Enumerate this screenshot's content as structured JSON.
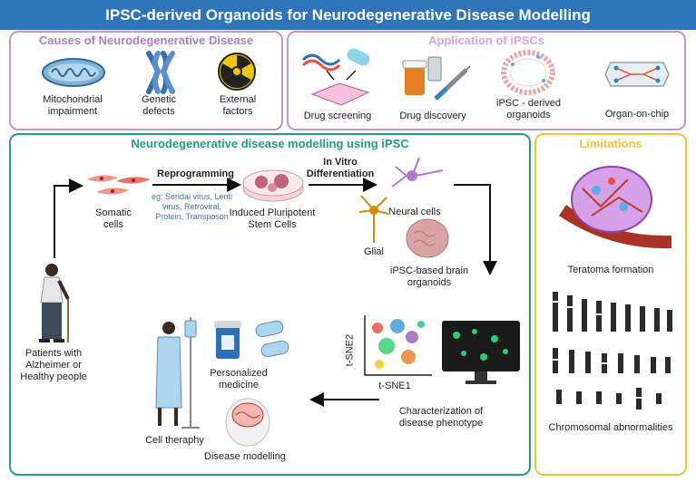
{
  "title": "IPSC-derived Organoids for Neurodegenerative Disease Modelling",
  "causes": {
    "header": "Causes of Neurodegenerative Disease",
    "items": [
      {
        "label": "Mitochondrial impairment",
        "icon": "mitochondria-icon"
      },
      {
        "label": "Genetic defects",
        "icon": "chromosome-icon"
      },
      {
        "label": "External factors",
        "icon": "radiation-icon"
      }
    ]
  },
  "applications": {
    "header": "Application of iPSCs",
    "items": [
      {
        "label": "Drug screening",
        "icon": "drug-screening-icon"
      },
      {
        "label": "Drug discovery",
        "icon": "pill-bottle-syringe-icon"
      },
      {
        "label": "iPSC - derived organoids",
        "icon": "organoid-icon"
      },
      {
        "label": "Organ-on-chip",
        "icon": "chip-icon"
      }
    ]
  },
  "modelling": {
    "header": "Neurodegenerative disease modelling using iPSC",
    "patients": "Patients with Alzheimer or Healthy people",
    "somatic": "Somatic cells",
    "reprogramming": "Reprogramming",
    "reprogramming_examples": "eg: Sendai virus, Lenti virus, Retroviral, Protein, Transposon",
    "ipsc": "Induced Pluripotent Stem Cells",
    "differentiation": "In Vitro Differentiation",
    "neural": "Neural cells",
    "glial": "Glial",
    "organoids": "iPSC-based brain organoids",
    "tsne_y": "t-SNE2",
    "tsne_x": "t-SNE1",
    "characterization": "Characterization of disease phenotype",
    "personalized": "Personalized medicine",
    "cell_therapy": "Cell theraphy",
    "disease_modelling": "Disease modelling"
  },
  "limitations": {
    "header": "Limitations",
    "teratoma": "Teratoma formation",
    "chromosomal": "Chromosomal abnormalities"
  },
  "colors": {
    "title_bar": "#2f73b9",
    "causes_header": "#a77fc4",
    "apps_header": "#d8a3e0",
    "model_header": "#1f9a8b",
    "lim_header": "#f0c53a"
  }
}
